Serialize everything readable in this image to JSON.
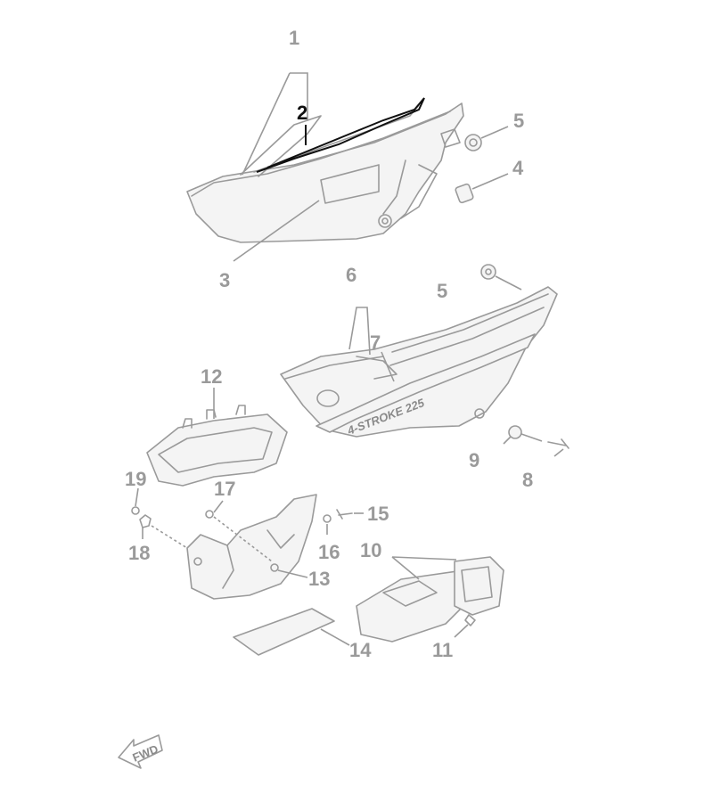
{
  "callouts": [
    {
      "id": "1",
      "label": "1"
    },
    {
      "id": "2",
      "label": "2"
    },
    {
      "id": "3",
      "label": "3"
    },
    {
      "id": "4",
      "label": "4"
    },
    {
      "id": "5a",
      "label": "5"
    },
    {
      "id": "5b",
      "label": "5"
    },
    {
      "id": "6",
      "label": "6"
    },
    {
      "id": "7",
      "label": "7"
    },
    {
      "id": "8",
      "label": "8"
    },
    {
      "id": "9",
      "label": "9"
    },
    {
      "id": "10",
      "label": "10"
    },
    {
      "id": "11",
      "label": "11"
    },
    {
      "id": "12",
      "label": "12"
    },
    {
      "id": "13",
      "label": "13"
    },
    {
      "id": "14",
      "label": "14"
    },
    {
      "id": "15",
      "label": "15"
    },
    {
      "id": "16",
      "label": "16"
    },
    {
      "id": "17",
      "label": "17"
    },
    {
      "id": "18",
      "label": "18"
    },
    {
      "id": "19",
      "label": "19"
    }
  ],
  "decal_text": "4-STROKE  225",
  "fwd_label": "FWD",
  "colors": {
    "line": "#9a9a9a",
    "highlight": "#111111"
  }
}
